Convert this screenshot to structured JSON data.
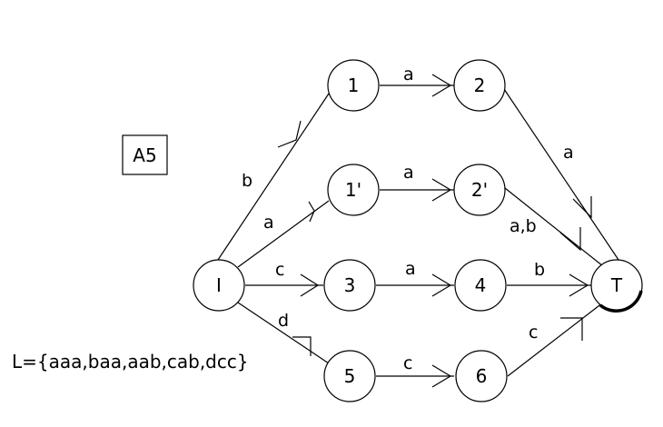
{
  "diagram_tag": "A5",
  "language_label": "L={aaa,baa,aab,cab,dcc}",
  "nodes": {
    "start": "I",
    "n1": "1",
    "n2": "2",
    "n1p": "1'",
    "n2p": "2'",
    "n3": "3",
    "n4": "4",
    "n5": "5",
    "n6": "6",
    "final": "T"
  },
  "edges": {
    "start_to_1": "b",
    "start_to_1p": "a",
    "start_to_3": "c",
    "start_to_5": "d",
    "n1_to_2": "a",
    "n1p_to_2p": "a",
    "n3_to_4": "a",
    "n5_to_6": "c",
    "n2_to_T": "a",
    "n2p_to_T": "a,b",
    "n4_to_T": "b",
    "n6_to_T": "c"
  },
  "colors": {
    "line": "#000000",
    "background": "#ffffff"
  }
}
